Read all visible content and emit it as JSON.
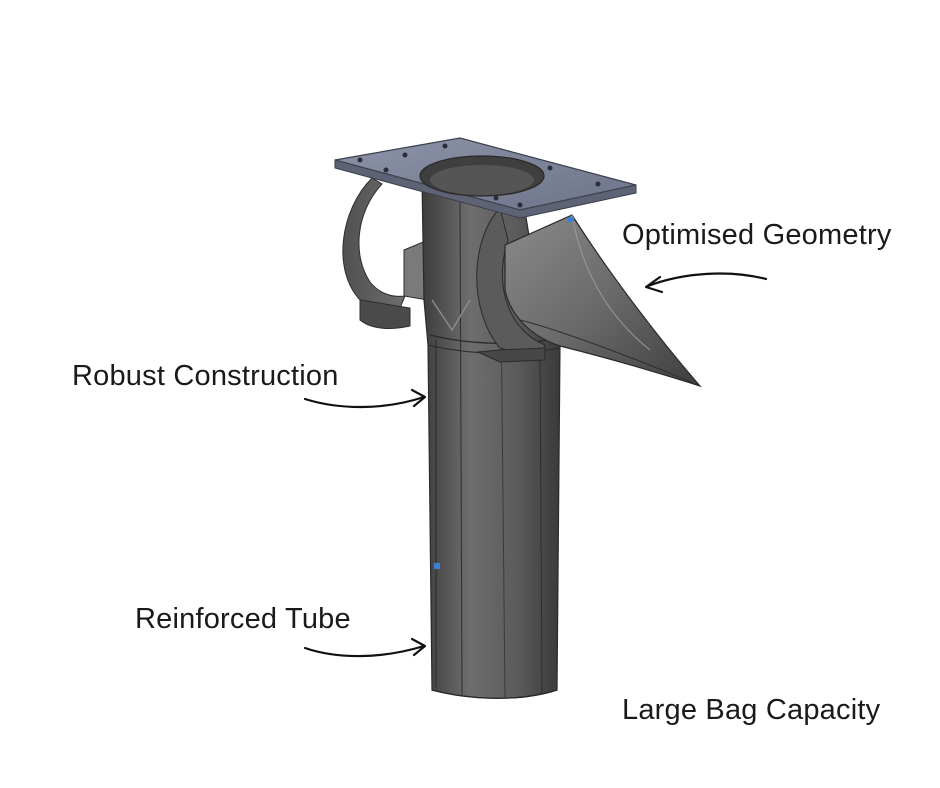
{
  "labels": {
    "geometry": "Optimised Geometry",
    "robust": "Robust Construction",
    "tube": "Reinforced Tube",
    "bag": "Large Bag Capacity"
  },
  "colors": {
    "background": "#ffffff",
    "steel_dark": "#4a4a4a",
    "steel_mid": "#6b6b6b",
    "steel_light": "#8a8a8a",
    "mounting_plate": "#7f869c",
    "text": "#1a1a1a"
  },
  "icons": {
    "arrows": "hand-drawn-curved-arrow"
  }
}
